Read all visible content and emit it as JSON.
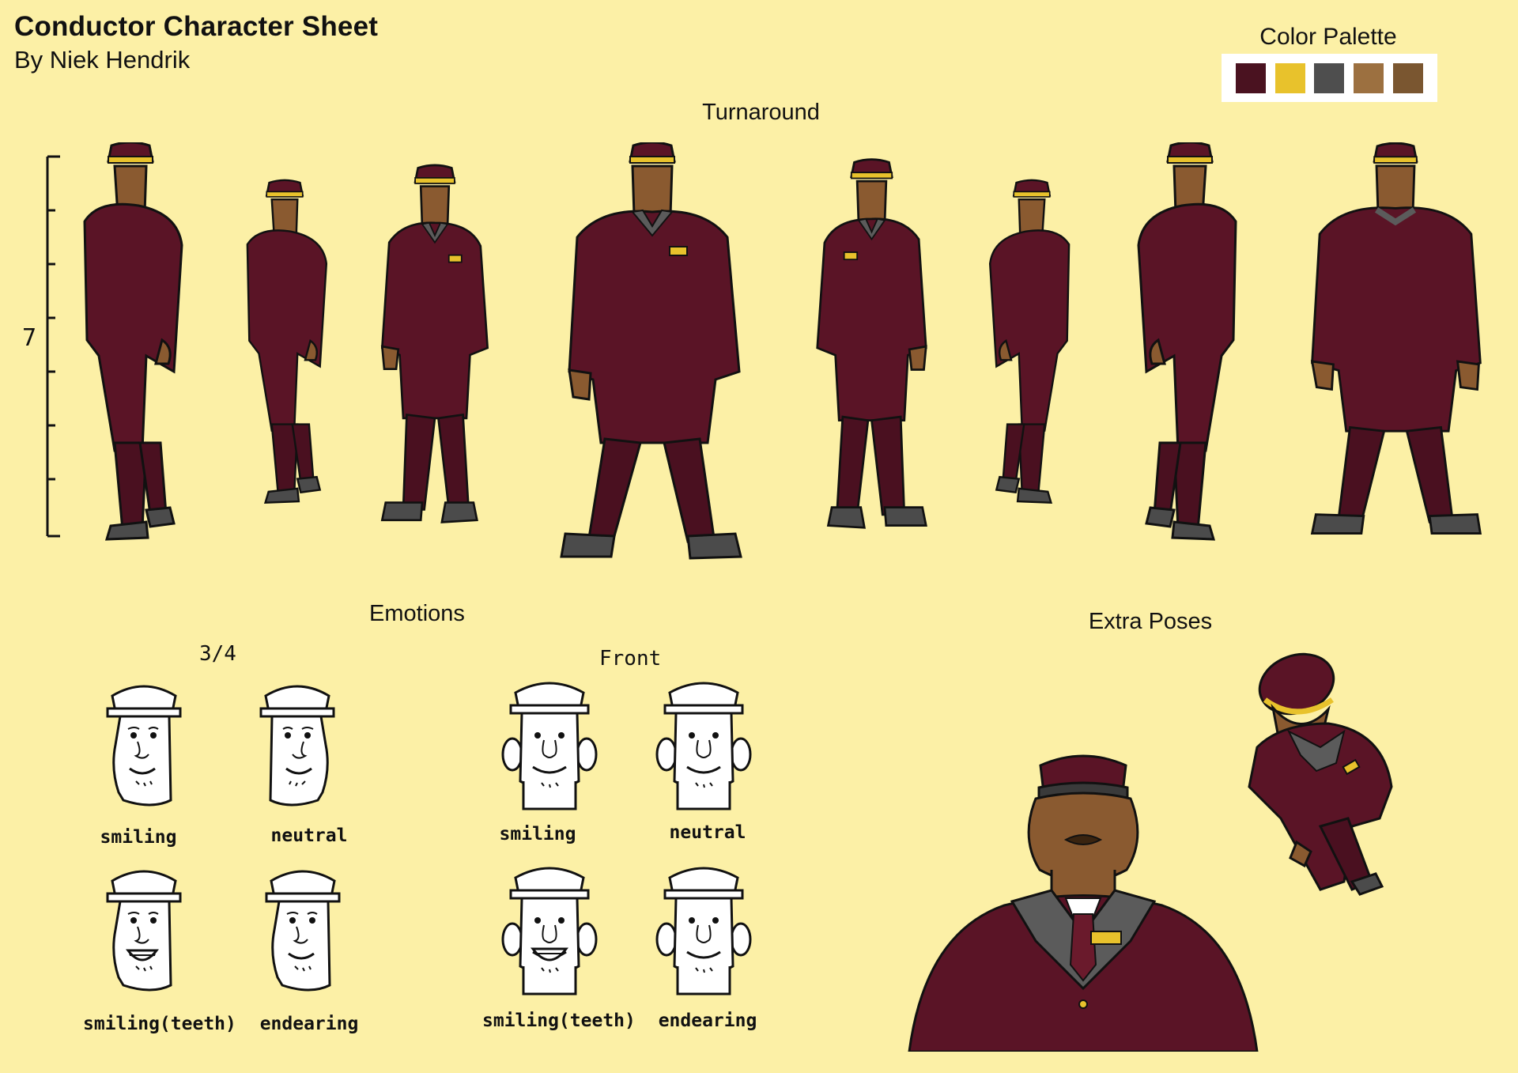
{
  "header": {
    "title": "Conductor Character Sheet",
    "author": "By Niek Hendrik"
  },
  "palette": {
    "title": "Color Palette",
    "colors": [
      "#4a1220",
      "#e8c22c",
      "#4e4e4e",
      "#9c7040",
      "#7a5630"
    ]
  },
  "turnaround": {
    "title": "Turnaround",
    "ruler_label": "7"
  },
  "emotions": {
    "title": "Emotions",
    "three_quarter": {
      "label": "3/4",
      "expressions": [
        "smiling",
        "neutral",
        "smiling(teeth)",
        "endearing"
      ]
    },
    "front": {
      "label": "Front",
      "expressions": [
        "smiling",
        "neutral",
        "smiling(teeth)",
        "endearing"
      ]
    }
  },
  "extra_poses": {
    "title": "Extra Poses"
  },
  "colors": {
    "background": "#fcf0a6",
    "uniform": "#5a1426",
    "uniform_dark": "#3f0c1a",
    "skin": "#8a5a30",
    "lapel": "#5b5b5b",
    "shoe": "#4b4b4b",
    "cap_band": "#e8c22c"
  }
}
